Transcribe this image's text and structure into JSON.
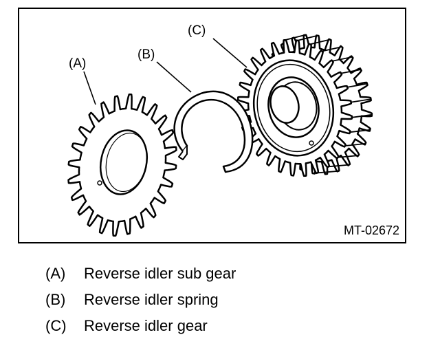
{
  "figure": {
    "callouts": {
      "a": "(A)",
      "b": "(B)",
      "c": "(C)"
    },
    "figure_code": "MT-02672"
  },
  "legend": [
    {
      "key": "(A)",
      "label": "Reverse idler sub gear"
    },
    {
      "key": "(B)",
      "label": "Reverse idler spring"
    },
    {
      "key": "(C)",
      "label": "Reverse idler gear"
    }
  ]
}
